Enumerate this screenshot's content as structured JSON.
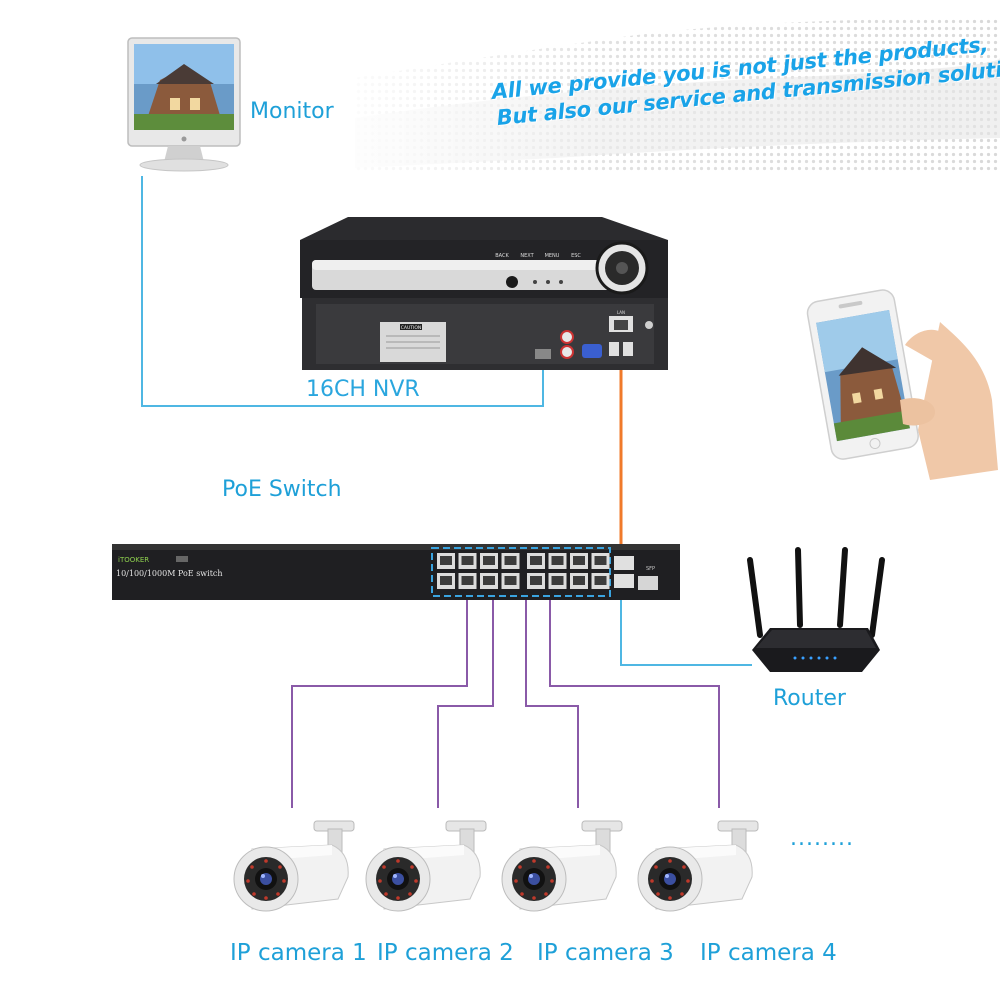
{
  "slogan": {
    "line1": "All we provide you is not just the products,",
    "line2": "But also our service and transmission solution."
  },
  "labels": {
    "monitor": "Monitor",
    "nvr": "16CH NVR",
    "poe_switch": "PoE Switch",
    "router": "Router",
    "ellipsis": "........"
  },
  "cameras": [
    {
      "label": "IP camera 1"
    },
    {
      "label": "IP camera 2"
    },
    {
      "label": "IP camera 3"
    },
    {
      "label": "IP camera 4"
    }
  ],
  "nvr_panel": {
    "buttons": [
      "BACK",
      "NEXT",
      "MENU",
      "ESC"
    ],
    "caution": "CAUTION",
    "lan": "LAN"
  },
  "switch_panel": {
    "brand": "iTOOKER",
    "model": "10/100/1000M PoE switch",
    "sfp": "SFP"
  },
  "colors": {
    "monitor_link": "#4fb7e3",
    "nvr_uplink": "#f07a2a",
    "router_link": "#4fb7e3",
    "camera_links": "#8a5aa8",
    "label_text": "#1ea0d8",
    "slogan_text": "#19a3e8"
  },
  "icons": {
    "monitor": "desktop-monitor-icon",
    "nvr": "nvr-recorder-icon",
    "switch": "poe-switch-icon",
    "router": "wifi-router-icon",
    "phone": "smartphone-hand-icon",
    "camera": "bullet-camera-icon"
  }
}
